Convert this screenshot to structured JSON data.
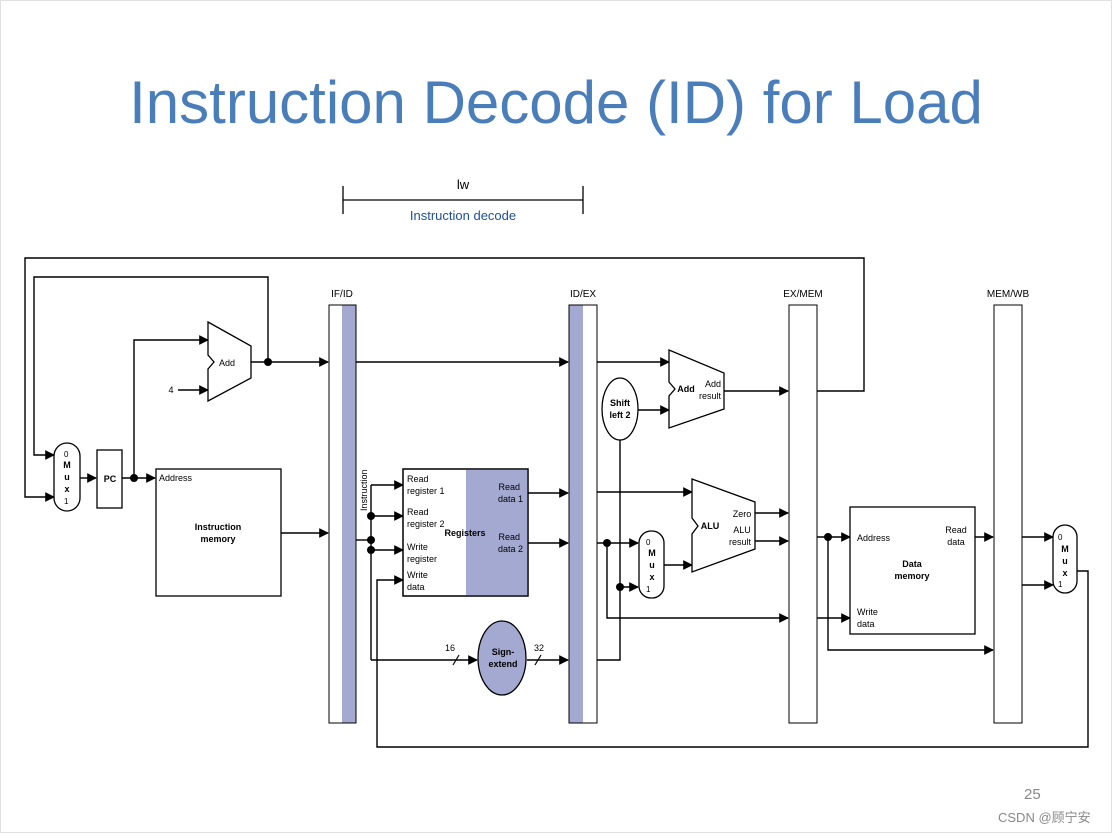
{
  "slide": {
    "title": "Instruction Decode (ID) for Load",
    "page_number": "25",
    "watermark": "CSDN @顾宁安"
  },
  "stage": {
    "instruction": "lw",
    "name": "Instruction decode"
  },
  "pipeline_registers": {
    "if_id": "IF/ID",
    "id_ex": "ID/EX",
    "ex_mem": "EX/MEM",
    "mem_wb": "MEM/WB"
  },
  "components": {
    "pc": "PC",
    "pc_adder": "Add",
    "constant_four": "4",
    "mux": "M\nu\nx",
    "mux_in0": "0",
    "mux_in1": "1",
    "instruction_memory": {
      "address": "Address",
      "name_line1": "Instruction",
      "name_line2": "memory"
    },
    "instruction_bus": "Instruction",
    "registers": {
      "read_register_1": [
        "Read",
        "register 1"
      ],
      "read_register_2": [
        "Read",
        "register 2"
      ],
      "write_register": [
        "Write",
        "register"
      ],
      "write_data": [
        "Write",
        "data"
      ],
      "name": "Registers",
      "read_data_1": [
        "Read",
        "data 1"
      ],
      "read_data_2": [
        "Read",
        "data 2"
      ]
    },
    "sign_extend": {
      "line1": "Sign-",
      "line2": "extend",
      "in_width": "16",
      "out_width": "32"
    },
    "shift_left_2": {
      "line1": "Shift",
      "line2": "left 2"
    },
    "branch_adder": {
      "name": "Add",
      "output": [
        "Add",
        "result"
      ]
    },
    "alu": {
      "name": "ALU",
      "zero": "Zero",
      "result": [
        "ALU",
        "result"
      ]
    },
    "data_memory": {
      "address": "Address",
      "read_data": [
        "Read",
        "data"
      ],
      "write_data": [
        "Write",
        "data"
      ],
      "name_line1": "Data",
      "name_line2": "memory"
    }
  },
  "colors": {
    "title": "#4a7ebb",
    "highlight": "#a4a9d1",
    "stage_label": "#1f4e99",
    "ink": "#000000"
  }
}
